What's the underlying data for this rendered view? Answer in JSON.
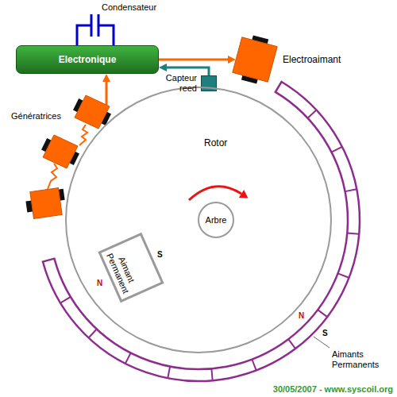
{
  "diagram": {
    "nodes": [
      {
        "text": [
          "Electronique"
        ]
      },
      {
        "text": [
          "Electroaimant"
        ]
      },
      {
        "text": [
          "Capteur reed"
        ]
      },
      {
        "text": [
          "Génératrices"
        ]
      },
      {
        "text": [
          "Rotor"
        ]
      },
      {
        "text": [
          "Arbre"
        ],
        "in": 4
      },
      {
        "text": [
          "Aimant Permanent"
        ],
        "in": 4
      }
    ],
    "edges": [
      {
        "from": 0,
        "to": 1,
        "arrow": "to"
      },
      {
        "from": 2,
        "to": 0,
        "arrow": "to"
      },
      {
        "from": 3,
        "to": 0,
        "arrow": "to"
      }
    ],
    "labels": [
      "Condensateur",
      "S",
      "N",
      "N",
      "S",
      "Aimants Permanents",
      "30/05/2007 - www.syscoil.org"
    ]
  }
}
